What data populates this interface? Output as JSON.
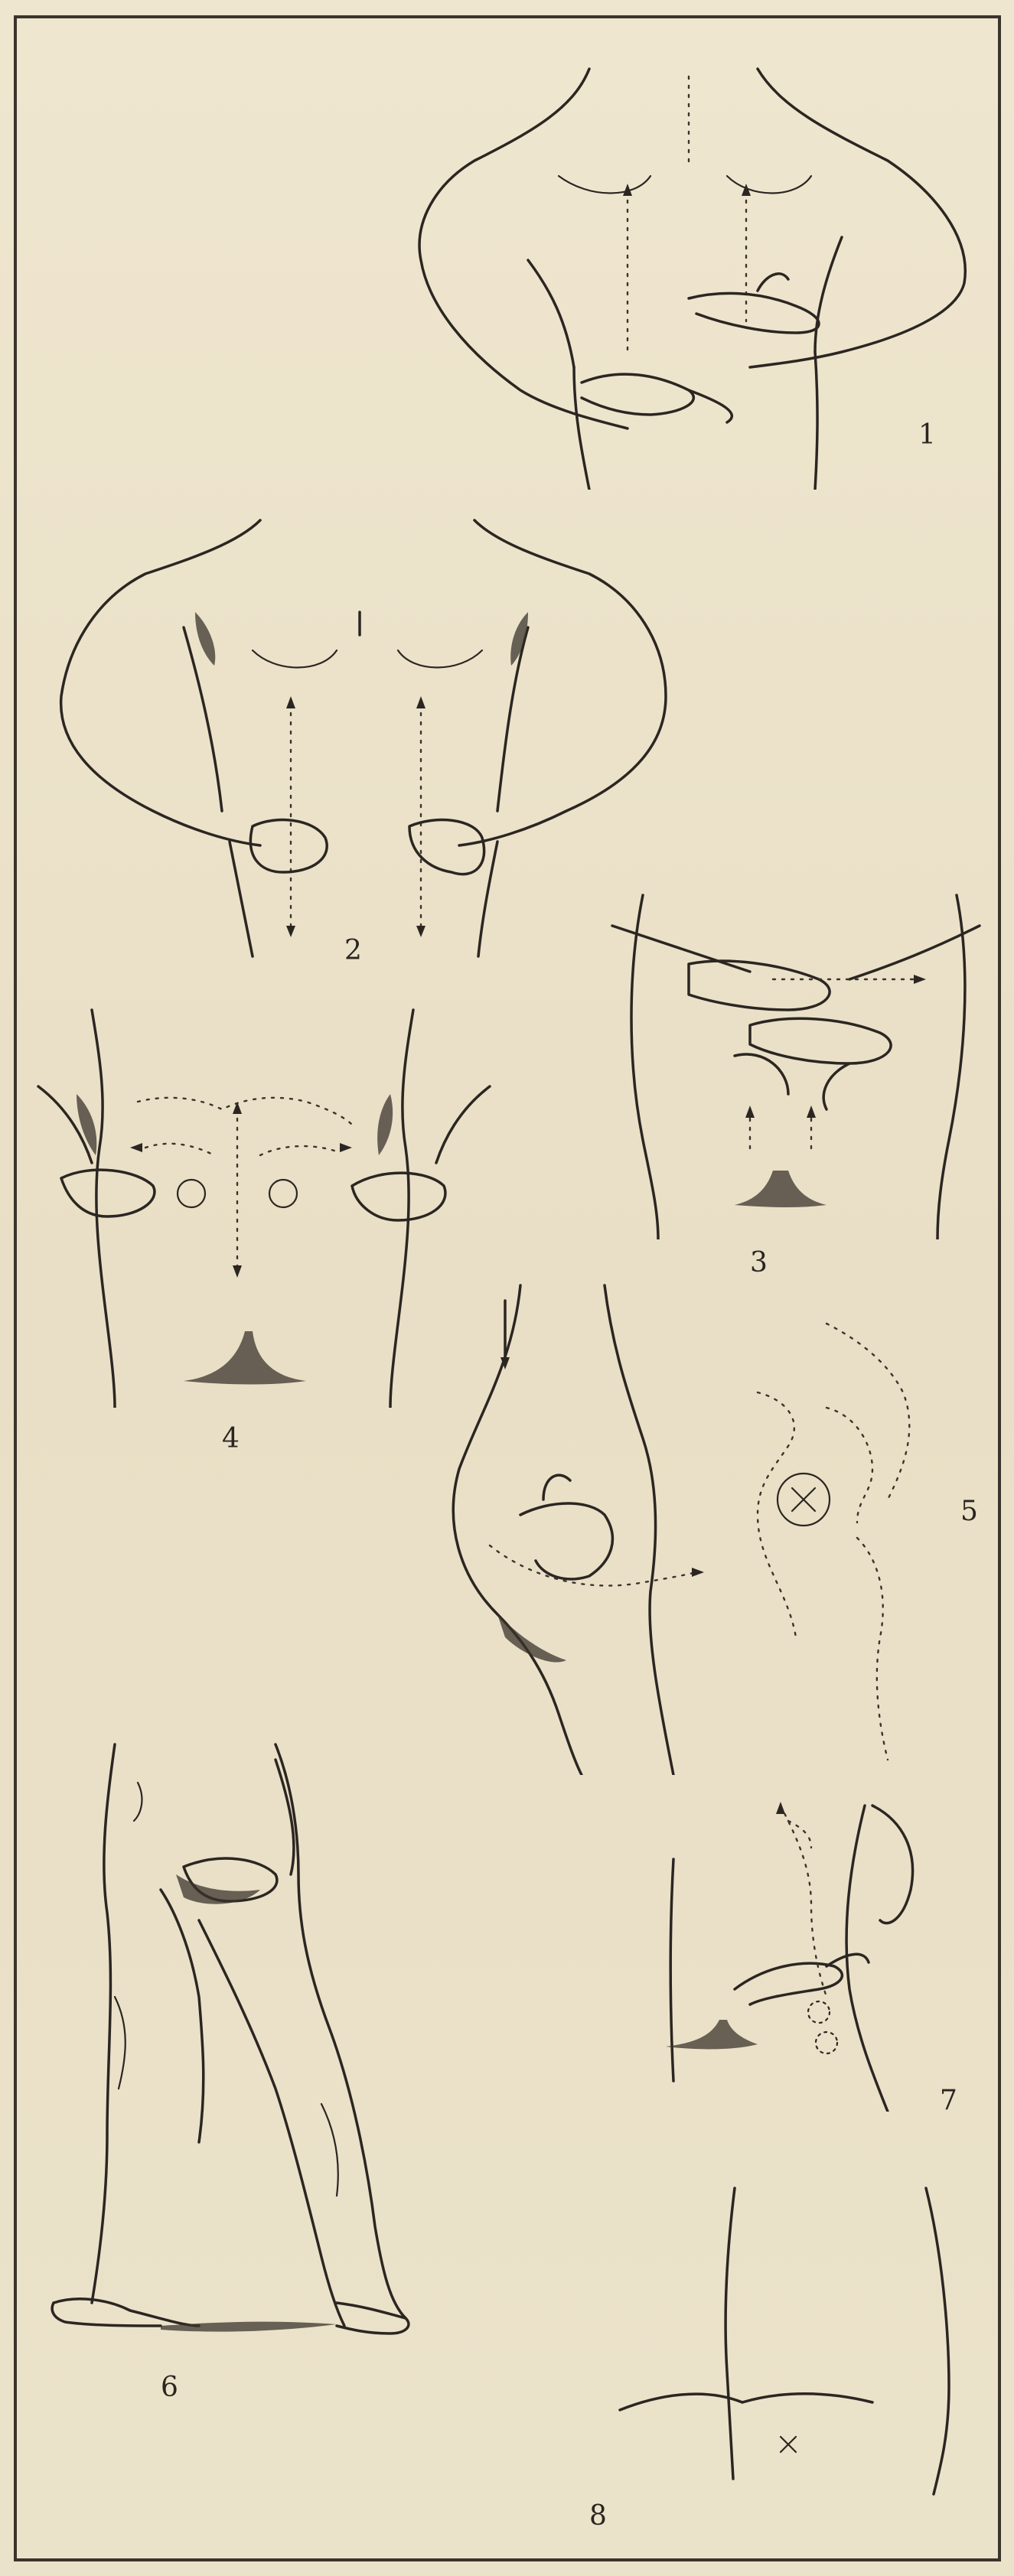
{
  "figures": [
    {
      "id": "fig1",
      "label": "1"
    },
    {
      "id": "fig2",
      "label": "2"
    },
    {
      "id": "fig3",
      "label": "3"
    },
    {
      "id": "fig4",
      "label": "4"
    },
    {
      "id": "fig5",
      "label": "5"
    },
    {
      "id": "fig6",
      "label": "6"
    },
    {
      "id": "fig7",
      "label": "7"
    },
    {
      "id": "fig8",
      "label": "8"
    }
  ],
  "colors": {
    "paper": "#ece3cc",
    "ink": "#2b2621",
    "frame": "#3a342c"
  }
}
